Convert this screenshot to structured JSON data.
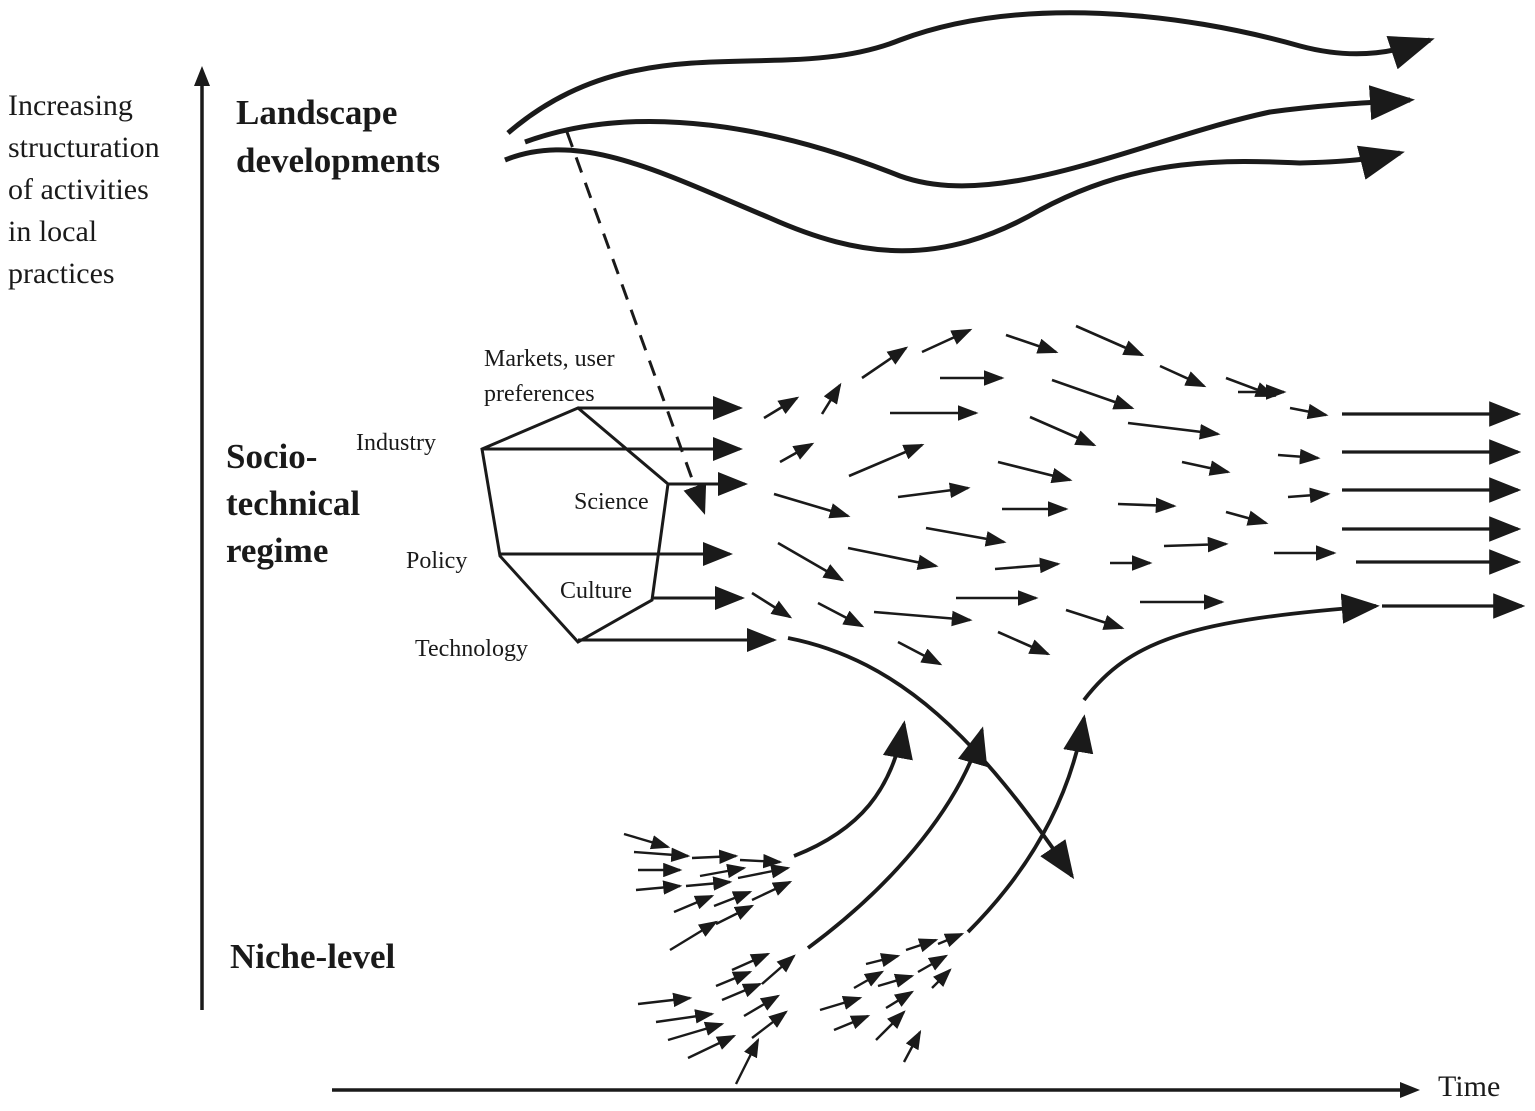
{
  "axes": {
    "y_label_lines": [
      "Increasing",
      "structuration",
      "of activities",
      "in local",
      "practices"
    ],
    "x_label": "Time"
  },
  "levels": {
    "landscape": [
      "Landscape",
      "developments"
    ],
    "regime": [
      "Socio-",
      "technical",
      "regime"
    ],
    "niche": "Niche-level"
  },
  "regime_dimensions": {
    "markets": [
      "Markets, user",
      "preferences"
    ],
    "industry": "Industry",
    "science": "Science",
    "policy": "Policy",
    "culture": "Culture",
    "technology": "Technology"
  },
  "colors": {
    "ink": "#1a1a1a",
    "background": "#ffffff"
  }
}
